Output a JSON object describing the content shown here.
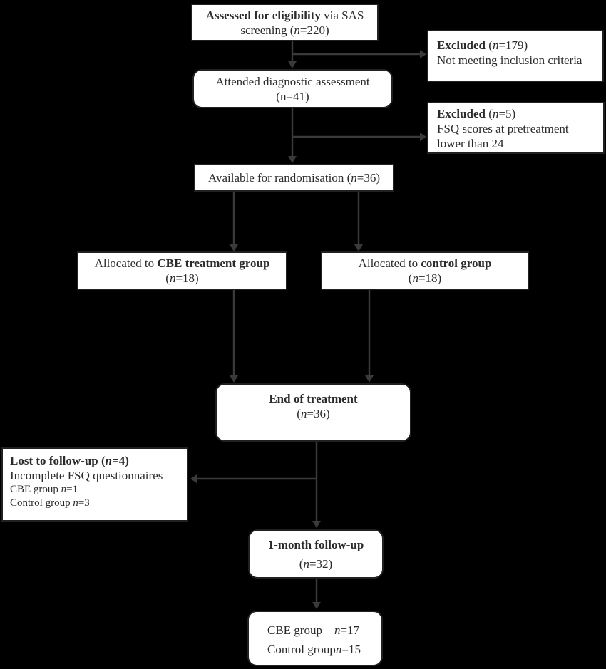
{
  "colors": {
    "background": "#000000",
    "box_fill": "#ffffff",
    "box_border": "#232020",
    "line_color": "#3a3a3a",
    "text_color": "#2b2b2b"
  },
  "boxes": {
    "assessed": {
      "title_bold": "Assessed for eligibility",
      "title_rest": " via SAS",
      "l2a": "screening (",
      "l2n": "n",
      "l2b": "=220)"
    },
    "excluded1": {
      "bold": "Excluded",
      "a": " (",
      "n": "n",
      "b": "=179)",
      "reason": "Not meeting inclusion criteria"
    },
    "attended": {
      "l1": "Attended diagnostic assessment",
      "l2": "(n=41)"
    },
    "excluded2": {
      "bold": "Excluded",
      "a": " (",
      "n": "n",
      "b": "=5)",
      "reason1": "FSQ scores at pretreatment",
      "reason2": "lower than 24"
    },
    "available": {
      "a": "Available for randomisation (",
      "n": "n",
      "b": "=36)"
    },
    "alloc_cbe": {
      "a": "Allocated to ",
      "bold": "CBE treatment group",
      "l2a": "(",
      "l2n": "n",
      "l2b": "=18)"
    },
    "alloc_control": {
      "a": "Allocated to ",
      "bold": "control group",
      "l2a": "(",
      "l2n": "n",
      "l2b": "=18)"
    },
    "end_of_treatment": {
      "bold": "End of treatment",
      "l2a": "(",
      "l2n": "n",
      "l2b": "=36)"
    },
    "lost": {
      "bold_a": "Lost to follow-up (",
      "bold_n": "n",
      "bold_b": "=4)",
      "reason": "Incomplete FSQ questionnaires",
      "r1a": "CBE group ",
      "r1n": "n",
      "r1b": "=1",
      "r2a": "Control group ",
      "r2n": "n",
      "r2b": "=3"
    },
    "month1": {
      "bold": "1-month follow-up",
      "l2a": "(",
      "l2n": "n",
      "l2b": "=32)"
    },
    "final": {
      "r1label": "CBE group",
      "r1n": "n",
      "r1v": "=17",
      "r2label": "Control group",
      "r2n": "n",
      "r2v": "=15"
    }
  }
}
